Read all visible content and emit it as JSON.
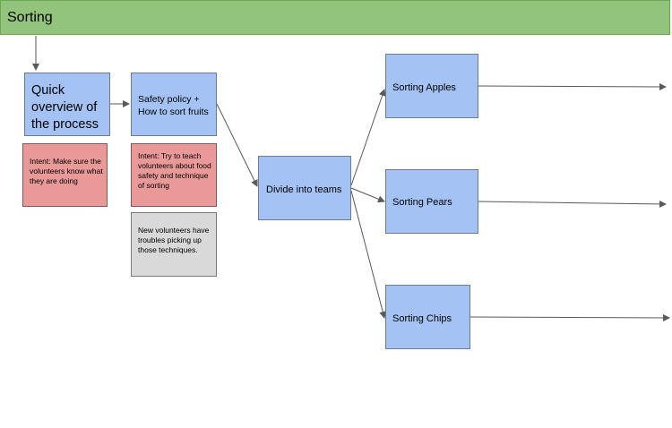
{
  "header": {
    "title": "Sorting"
  },
  "nodes": {
    "overview": "Quick overview of the process",
    "safety": "Safety policy + How to sort fruits",
    "divide": "Divide into teams",
    "apples": "Sorting Apples",
    "pears": "Sorting Pears",
    "chips": "Sorting Chips"
  },
  "notes": {
    "intent_overview": "Intent: Make sure the volunteers know what they are doing",
    "intent_safety": "Intent: Try to teach volunteers about food safety and technique of sorting",
    "observation": "New volunteers have troubles picking up those techniques."
  },
  "colors": {
    "banner": "#93c47d",
    "process_box": "#a4c2f4",
    "intent_note": "#ea9999",
    "observation_note": "#d9d9d9"
  }
}
